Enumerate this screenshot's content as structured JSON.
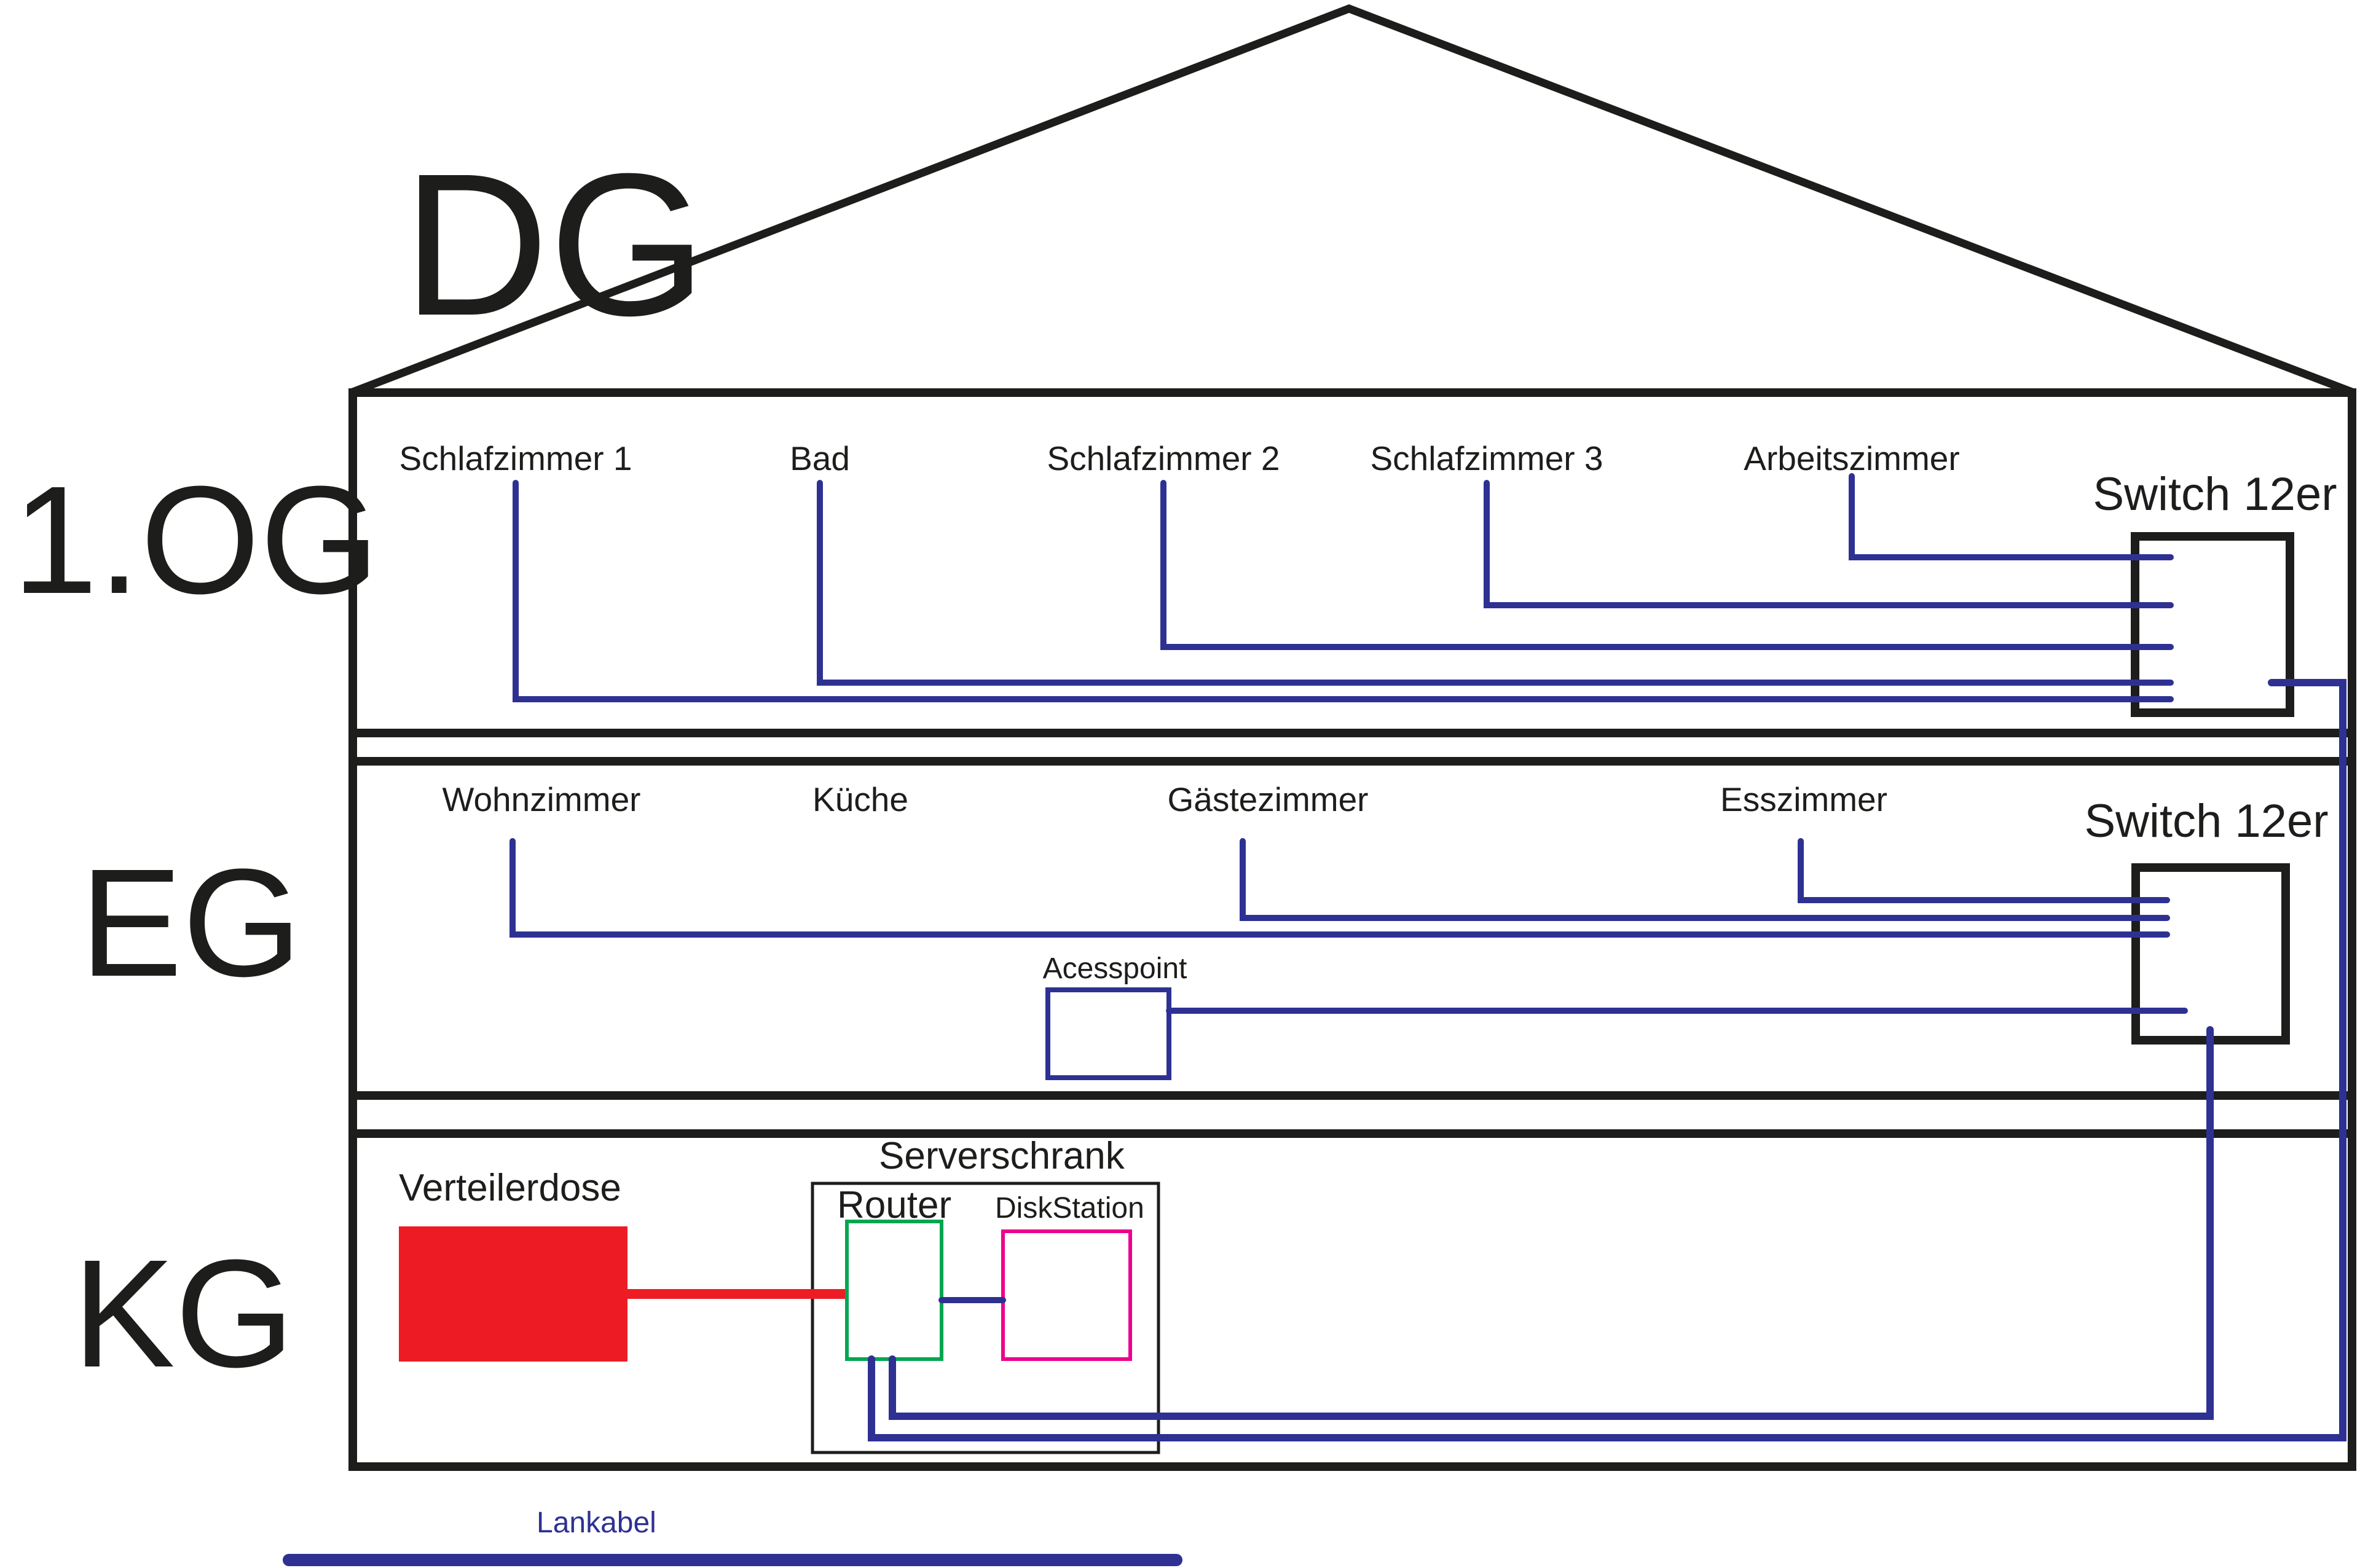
{
  "floors": {
    "dg": "DG",
    "og1": "1.OG",
    "eg": "EG",
    "kg": "KG"
  },
  "og1": {
    "rooms": [
      "Schlafzimmer 1",
      "Bad",
      "Schlafzimmer 2",
      "Schlafzimmer 3",
      "Arbeitszimmer"
    ],
    "switch_label": "Switch 12er"
  },
  "eg": {
    "rooms": [
      "Wohnzimmer",
      "Küche",
      "Gästezimmer",
      "Esszimmer"
    ],
    "accesspoint_label": "Acesspoint",
    "switch_label": "Switch 12er"
  },
  "kg": {
    "distribution_box_label": "Verteilerdose",
    "server_cabinet_label": "Serverschrank",
    "router_label": "Router",
    "diskstation_label": "DiskStation"
  },
  "legend": {
    "cable_label": "Lankabel"
  },
  "colors": {
    "cable_blue": "#2e3192",
    "distribution_red": "#ed1c24",
    "router_green": "#00a651",
    "diskstation_magenta": "#ec008c",
    "structure_black": "#1d1d1b"
  }
}
